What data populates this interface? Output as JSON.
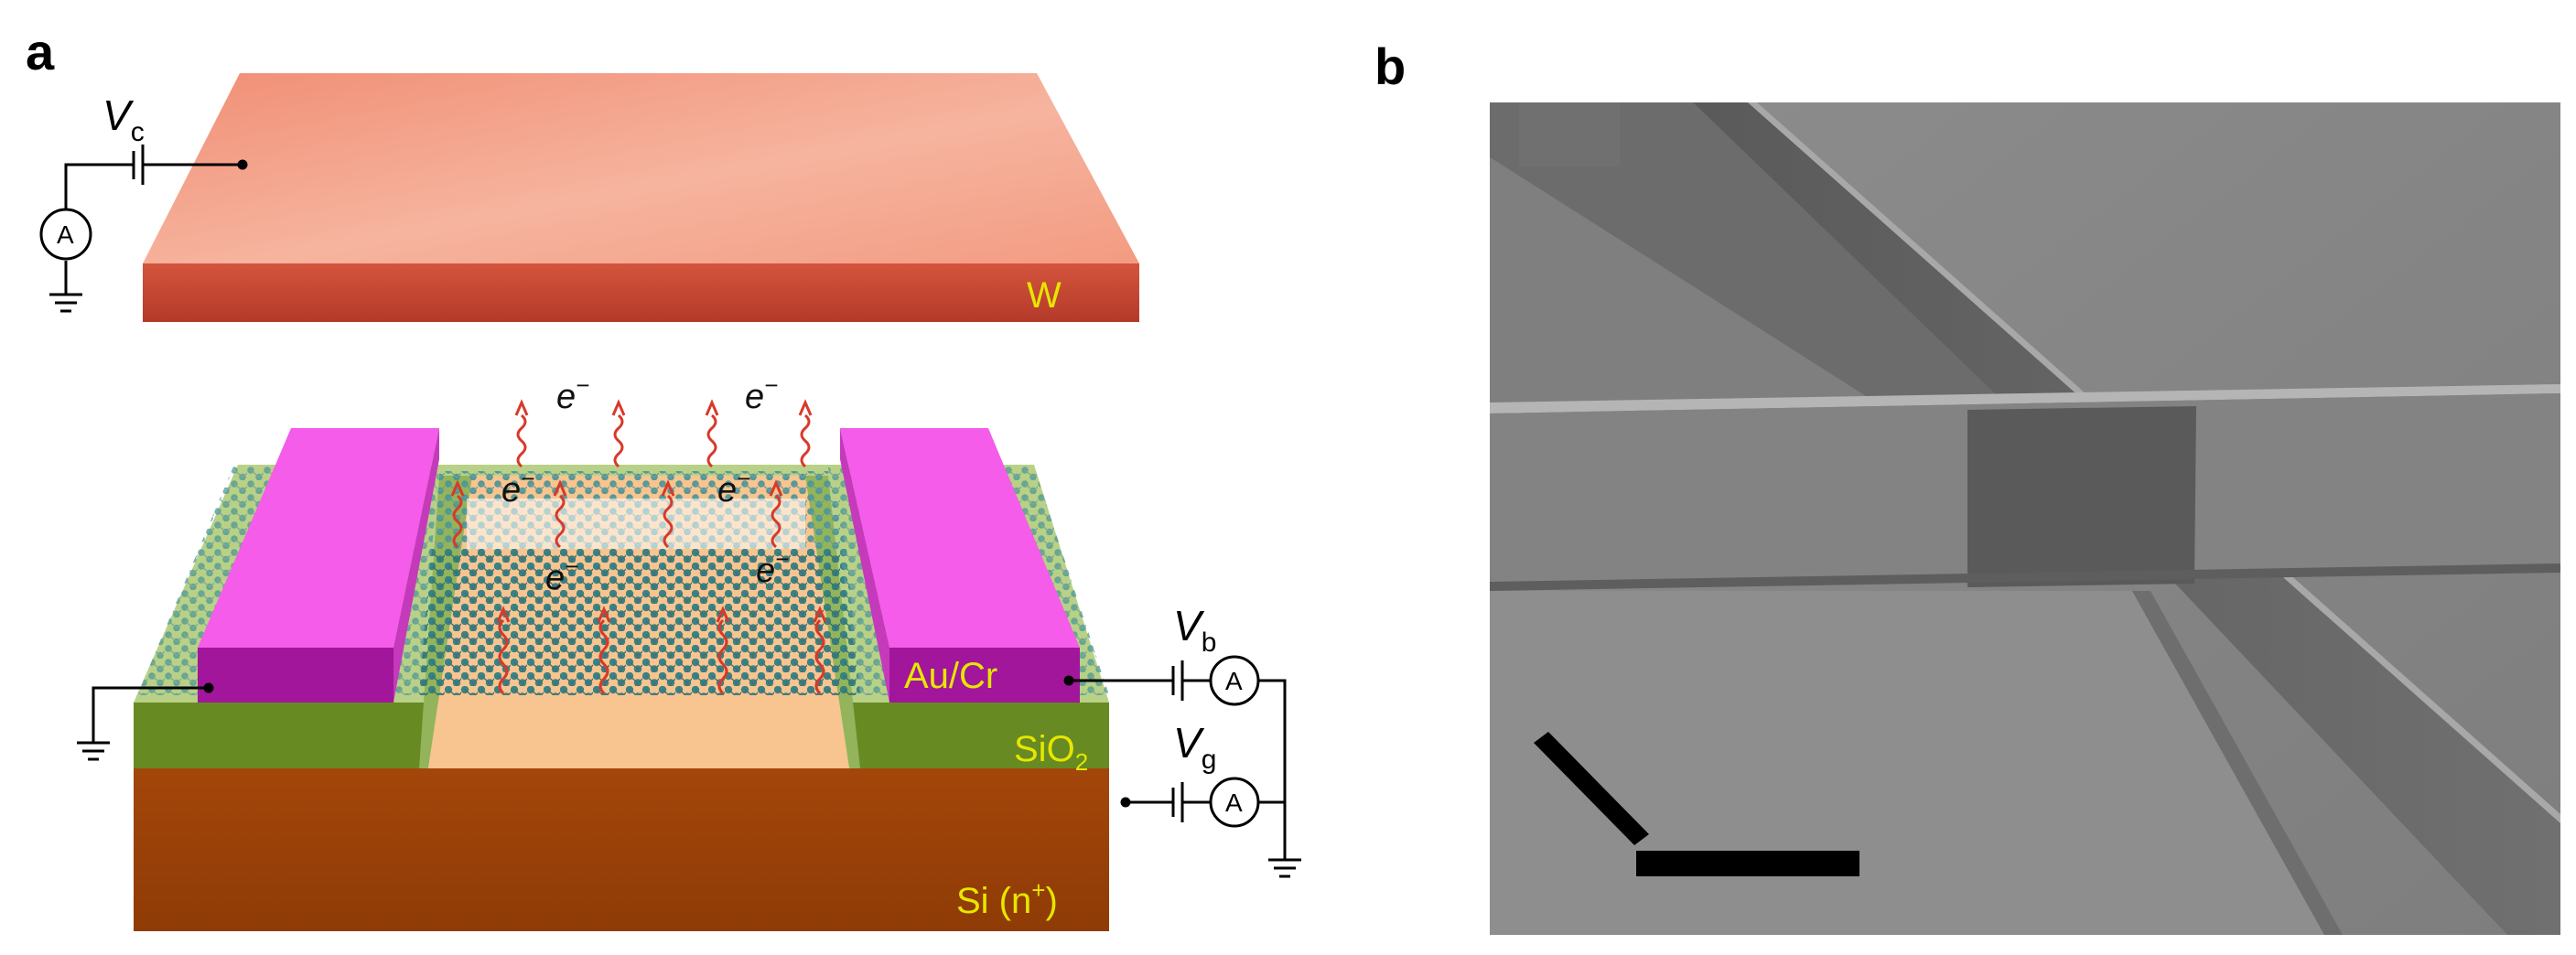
{
  "panels": {
    "a": {
      "letter": "a"
    },
    "b": {
      "letter": "b"
    }
  },
  "labels": {
    "vc_main": "V",
    "vc_sub": "c",
    "vb_main": "V",
    "vb_sub": "b",
    "vg_main": "V",
    "vg_sub": "g",
    "ammeter": "A",
    "w_layer": "W",
    "au_cr": "Au/Cr",
    "sio2_main": "SiO",
    "sio2_sub": "2",
    "si_main": "Si (n",
    "si_sup": "+",
    "si_close": ")",
    "electron": "e",
    "electron_sup": "−"
  },
  "colors": {
    "w_top": "#f4a48a",
    "w_front": "#c94a36",
    "contact_top": "#f55be8",
    "contact_front": "#a4169c",
    "sio2_top": "#b9d48a",
    "sio2_front": "#6a8a24",
    "si_front": "#a6470b",
    "channel": "#f7c18a",
    "graphene_node": "#3a8a8a",
    "wave": "#d93a2a",
    "label_yellow": "#e6e600",
    "sem_bg": "#8a8a8a"
  }
}
